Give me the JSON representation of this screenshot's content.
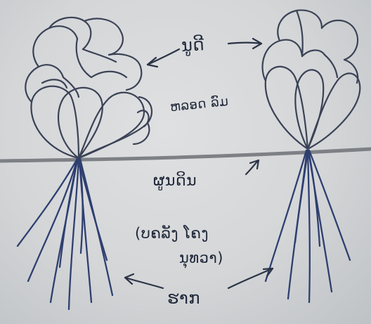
{
  "labels": {
    "top": "ນູດີ",
    "middle": "ຫລອດ ລົມ",
    "surface": "ຜູນດິນ",
    "bracket_line1": "(ບຄລັງ ໂຄງ",
    "bracket_line2": "ນຸທວາ)",
    "bottom": "ຮາກ"
  },
  "colors": {
    "background": "#d6d8da",
    "ink": "#1e2738",
    "ground_line": "#7d8085",
    "root_ink": "#2e3f70"
  }
}
